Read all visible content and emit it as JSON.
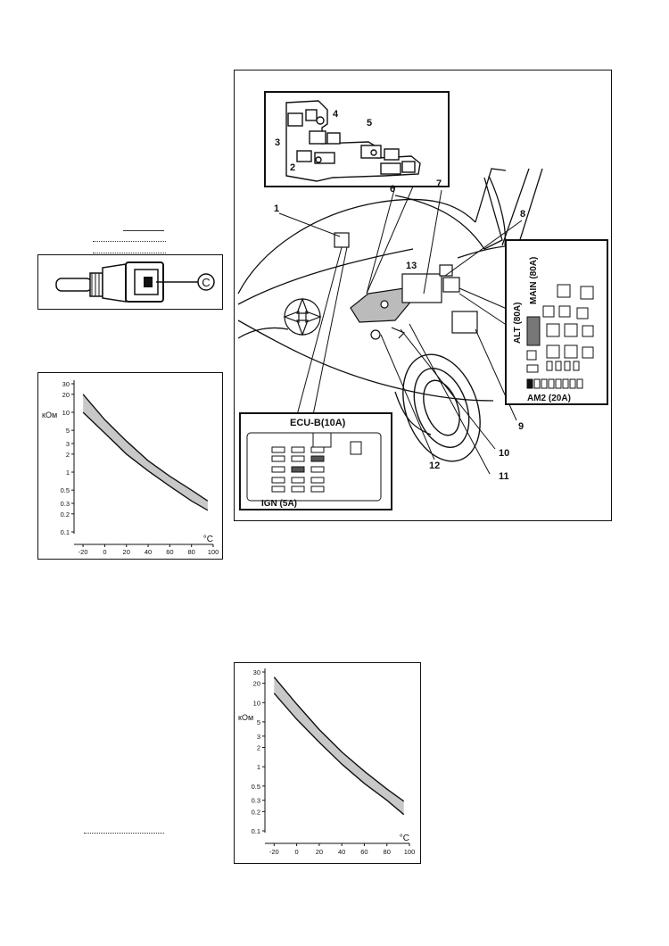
{
  "callouts": [
    "1",
    "2",
    "3",
    "4",
    "5",
    "6",
    "7",
    "8",
    "9",
    "10",
    "11",
    "12",
    "13"
  ],
  "fuse_right": {
    "main": "MAIN (80A)",
    "alt": "ALT (80A)",
    "am2": "AM2 (20A)"
  },
  "fuse_left": {
    "ecu": "ECU-B(10A)",
    "ign": "IGN (5A)"
  },
  "sensor": {
    "terminal": "C"
  },
  "chart_data": [
    {
      "type": "area",
      "ylabel": "кОм",
      "xlabel": "°C",
      "yscale": "log",
      "xlim": [
        -25,
        100
      ],
      "ylim": [
        0.1,
        30
      ],
      "x_ticks": [
        "-20",
        "0",
        "20",
        "40",
        "60",
        "80",
        "100"
      ],
      "y_ticks": [
        "30",
        "20",
        "10",
        "5",
        "3",
        "2",
        "1",
        "0.5",
        "0.3",
        "0.2",
        "0.1"
      ],
      "series": [
        {
          "x": [
            -20,
            0,
            20,
            40,
            60,
            80,
            95
          ],
          "lower": [
            10,
            4.5,
            2.0,
            1.05,
            0.58,
            0.33,
            0.23
          ],
          "upper": [
            20,
            7.5,
            3.3,
            1.55,
            0.85,
            0.5,
            0.33
          ]
        }
      ]
    },
    {
      "type": "area",
      "ylabel": "кОм",
      "xlabel": "°C",
      "yscale": "log",
      "xlim": [
        -25,
        100
      ],
      "ylim": [
        0.1,
        30
      ],
      "x_ticks": [
        "-20",
        "0",
        "20",
        "40",
        "60",
        "80",
        "100"
      ],
      "y_ticks": [
        "30",
        "20",
        "10",
        "5",
        "3",
        "2",
        "1",
        "0.5",
        "0.3",
        "0.2",
        "0.1"
      ],
      "series": [
        {
          "x": [
            -20,
            0,
            20,
            40,
            60,
            80,
            95
          ],
          "lower": [
            14,
            5.5,
            2.4,
            1.1,
            0.55,
            0.3,
            0.18
          ],
          "upper": [
            25,
            9.5,
            3.8,
            1.7,
            0.85,
            0.45,
            0.29
          ]
        }
      ]
    }
  ]
}
